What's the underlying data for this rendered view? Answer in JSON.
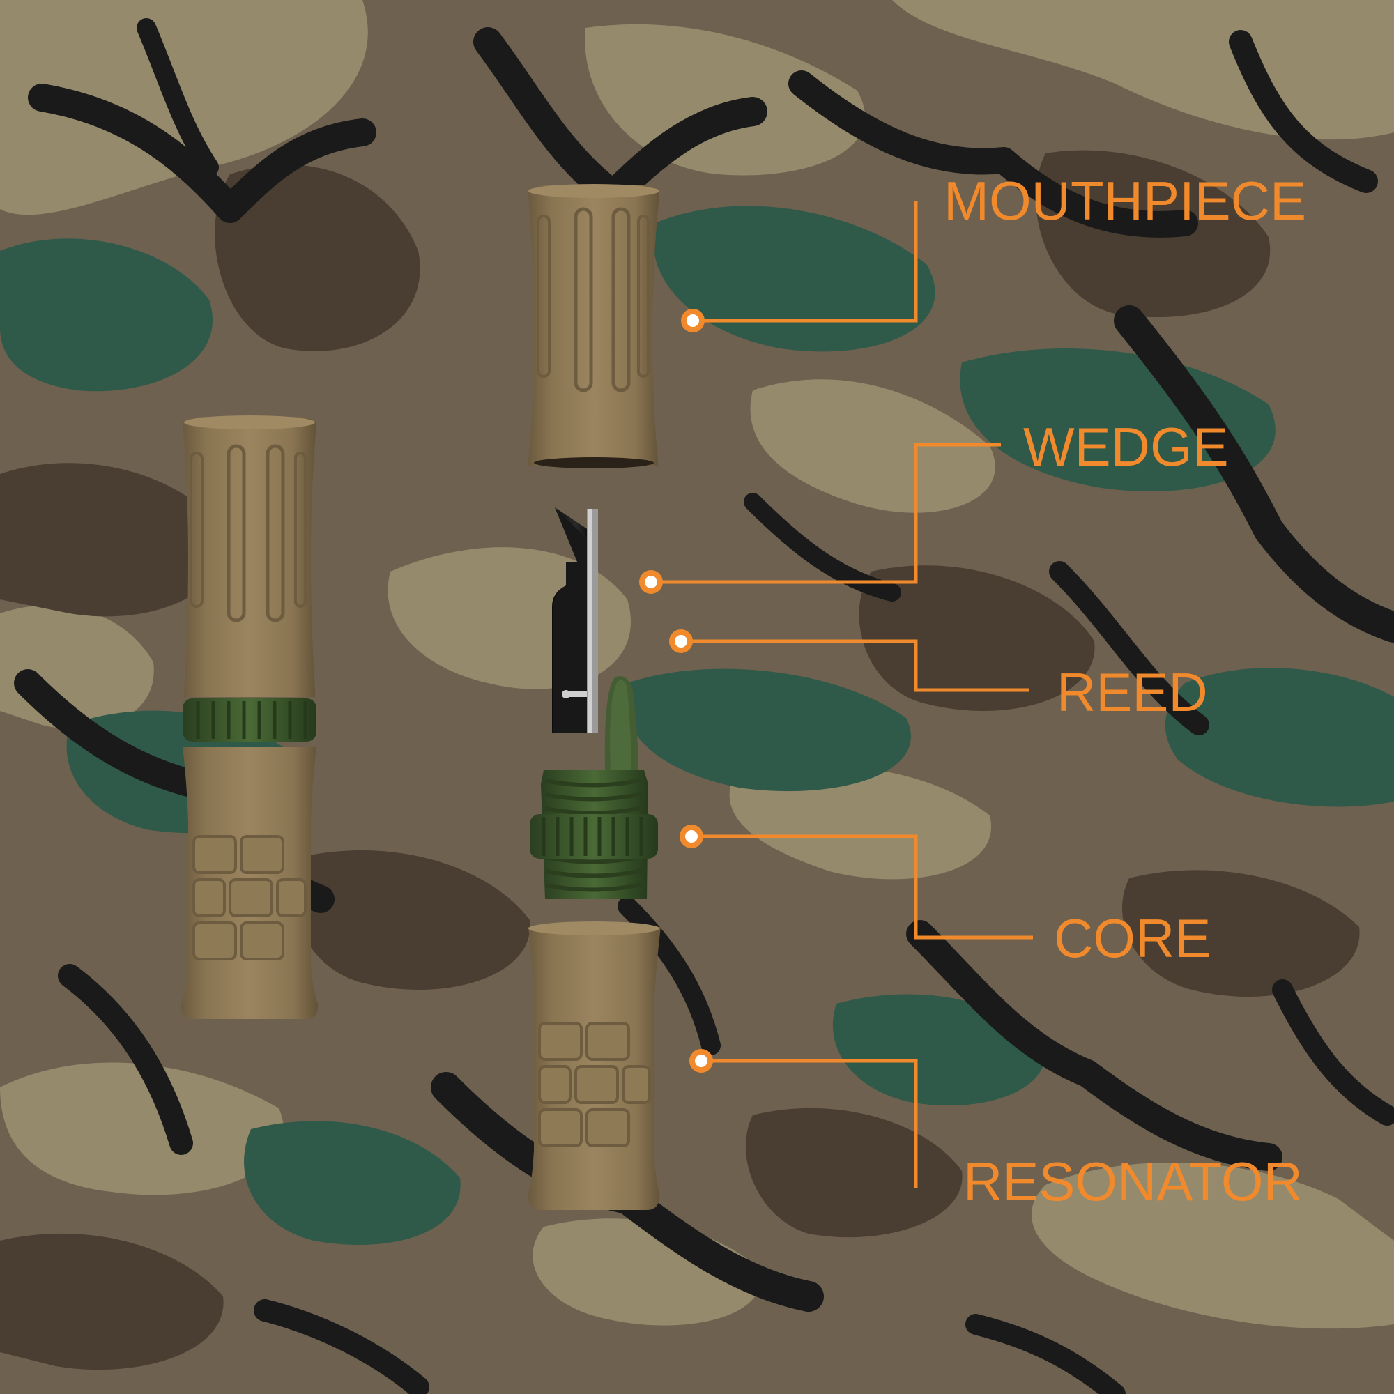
{
  "labels": {
    "mouthpiece": "MOUTHPIECE",
    "wedge": "WEDGE",
    "reed": "REED",
    "core": "CORE",
    "resonator": "RESONATOR"
  },
  "colors": {
    "accent": "#f08a2c",
    "camo_tan": "#8e8064",
    "camo_brown": "#4c3f33",
    "camo_green": "#2f5748",
    "camo_black": "#1b1b1b",
    "part_tan": "#8f7a56",
    "part_green": "#3f5a2e",
    "reed_black": "#141414"
  }
}
